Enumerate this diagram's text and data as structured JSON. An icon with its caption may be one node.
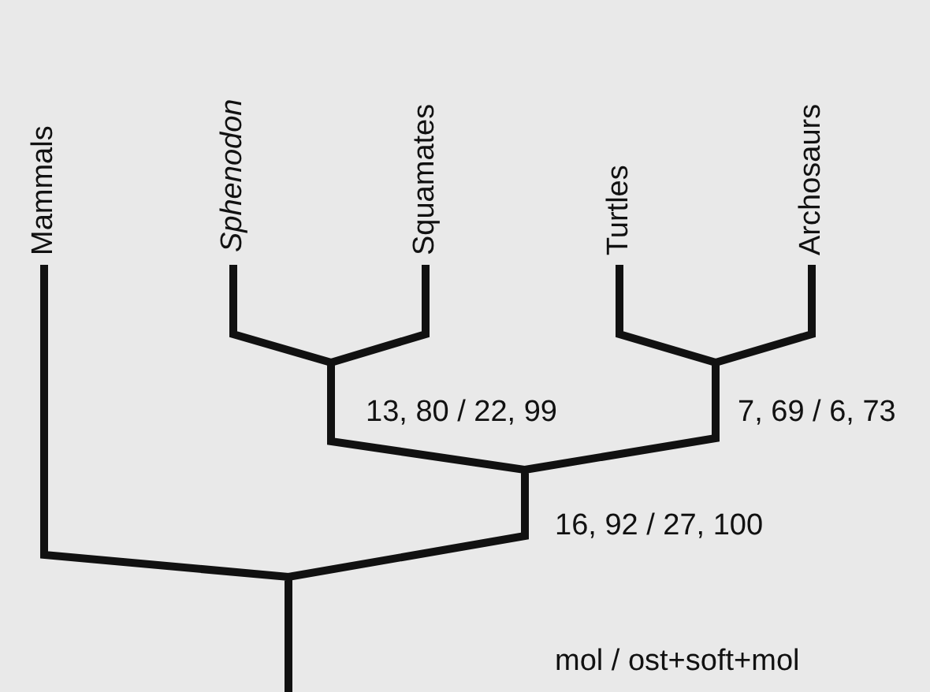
{
  "diagram": {
    "labels": [
      "Mammals",
      "Sphenodon",
      "Squamates",
      "Turtles",
      "Archosaurs",
      "13, 80 / 22, 99",
      "7, 69 / 6, 73",
      "16, 92 / 27, 100",
      "mol / ost+soft+mol"
    ]
  }
}
